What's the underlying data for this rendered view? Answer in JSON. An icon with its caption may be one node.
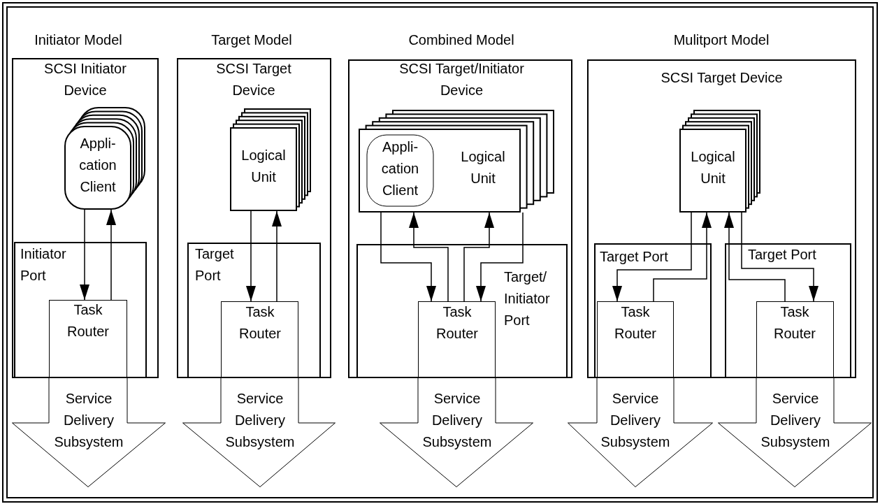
{
  "diagram": {
    "nodes": [
      {
        "text": [
          "SCSI Initiator Device"
        ]
      },
      {
        "text": [
          "Appli- cation Client"
        ],
        "in": 0
      },
      {
        "text": [
          "Initiator Port"
        ],
        "in": 0
      },
      {
        "text": [
          "Task Router"
        ],
        "in": 2
      },
      {
        "text": [
          "Service Delivery Subsystem"
        ]
      },
      {
        "text": [
          "SCSI Target Device"
        ]
      },
      {
        "text": [
          "Logical Unit"
        ],
        "in": 5
      },
      {
        "text": [
          "Target Port"
        ],
        "in": 5
      },
      {
        "text": [
          "Task Router"
        ],
        "in": 7
      },
      {
        "text": [
          "Service Delivery Subsystem"
        ]
      },
      {
        "text": [
          "SCSI Target/Initiator Device"
        ]
      },
      {
        "text": [
          "Logical Unit"
        ],
        "in": 10
      },
      {
        "text": [
          "Appli- cation Client"
        ],
        "in": 11
      },
      {
        "text": [
          "Target/ Initiator Port"
        ],
        "in": 10
      },
      {
        "text": [
          "Task Router"
        ],
        "in": 13
      },
      {
        "text": [
          "Service Delivery Subsystem"
        ]
      },
      {
        "text": [
          "SCSI Target Device"
        ]
      },
      {
        "text": [
          "Logical Unit"
        ],
        "in": 16
      },
      {
        "text": [
          "Target Port"
        ],
        "in": 16
      },
      {
        "text": [
          "Task Router"
        ],
        "in": 18
      },
      {
        "text": [
          "Target Port"
        ],
        "in": 16
      },
      {
        "text": [
          "Task Router"
        ],
        "in": 20
      },
      {
        "text": [
          "Service Delivery Subsystem"
        ]
      },
      {
        "text": [
          "Service Delivery Subsystem"
        ]
      }
    ],
    "edges": [
      {
        "from": 1,
        "to": 3,
        "arrow": "to"
      },
      {
        "from": 3,
        "to": 1,
        "arrow": "to"
      },
      {
        "from": 6,
        "to": 8,
        "arrow": "to"
      },
      {
        "from": 8,
        "to": 6,
        "arrow": "to"
      },
      {
        "from": 11,
        "to": 14,
        "arrow": "to"
      },
      {
        "from": 14,
        "to": 11,
        "arrow": "to"
      },
      {
        "from": 14,
        "to": 11,
        "arrow": "to"
      },
      {
        "from": 11,
        "to": 14,
        "arrow": "to"
      },
      {
        "from": 17,
        "to": 19,
        "arrow": "to"
      },
      {
        "from": 19,
        "to": 17,
        "arrow": "to"
      },
      {
        "from": 21,
        "to": 17,
        "arrow": "to"
      },
      {
        "from": 17,
        "to": 21,
        "arrow": "to"
      }
    ],
    "labels": [
      "Initiator Model",
      "Target Model",
      "Combined Model",
      "Mulitport Model"
    ]
  }
}
